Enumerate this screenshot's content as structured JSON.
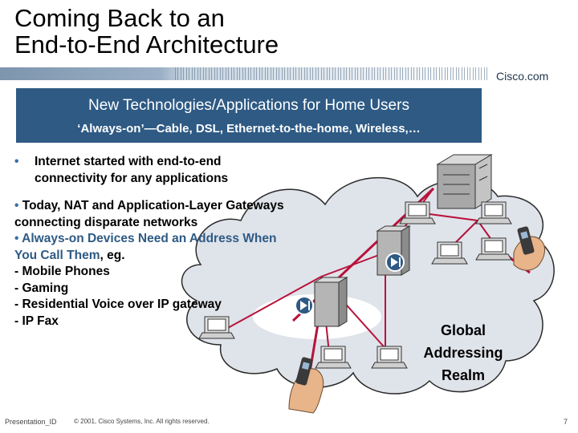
{
  "title": {
    "line1": "Coming Back to an",
    "line2": "End-to-End Architecture"
  },
  "brand": "Cisco.com",
  "banner": {
    "title": "New Technologies/Applications for Home Users",
    "subtitle": "‘Always-on’—Cable, DSL, Ethernet-to-the-home, Wireless,…"
  },
  "bullets": {
    "b1": "Internet started with end-to-end connectivity for any applications",
    "b2_line": "Today, NAT and Application-Layer Gateways connecting disparate networks",
    "b3_highlight": "Always-on Devices Need an Address When You Call Them",
    "b3_rest": ", eg.",
    "items": [
      "- Mobile Phones",
      "- Gaming",
      "- Residential Voice over IP gateway",
      "-   IP Fax"
    ]
  },
  "realm_label": "Global Addressing Realm",
  "footer": {
    "left": "Presentation_ID",
    "middle": "© 2001, Cisco Systems, Inc. All rights reserved.",
    "page": "7"
  },
  "colors": {
    "banner": "#2e5a84",
    "link": "#b8123a",
    "cloud": "#dfe3ea",
    "bullet": "#3a6fa8"
  }
}
